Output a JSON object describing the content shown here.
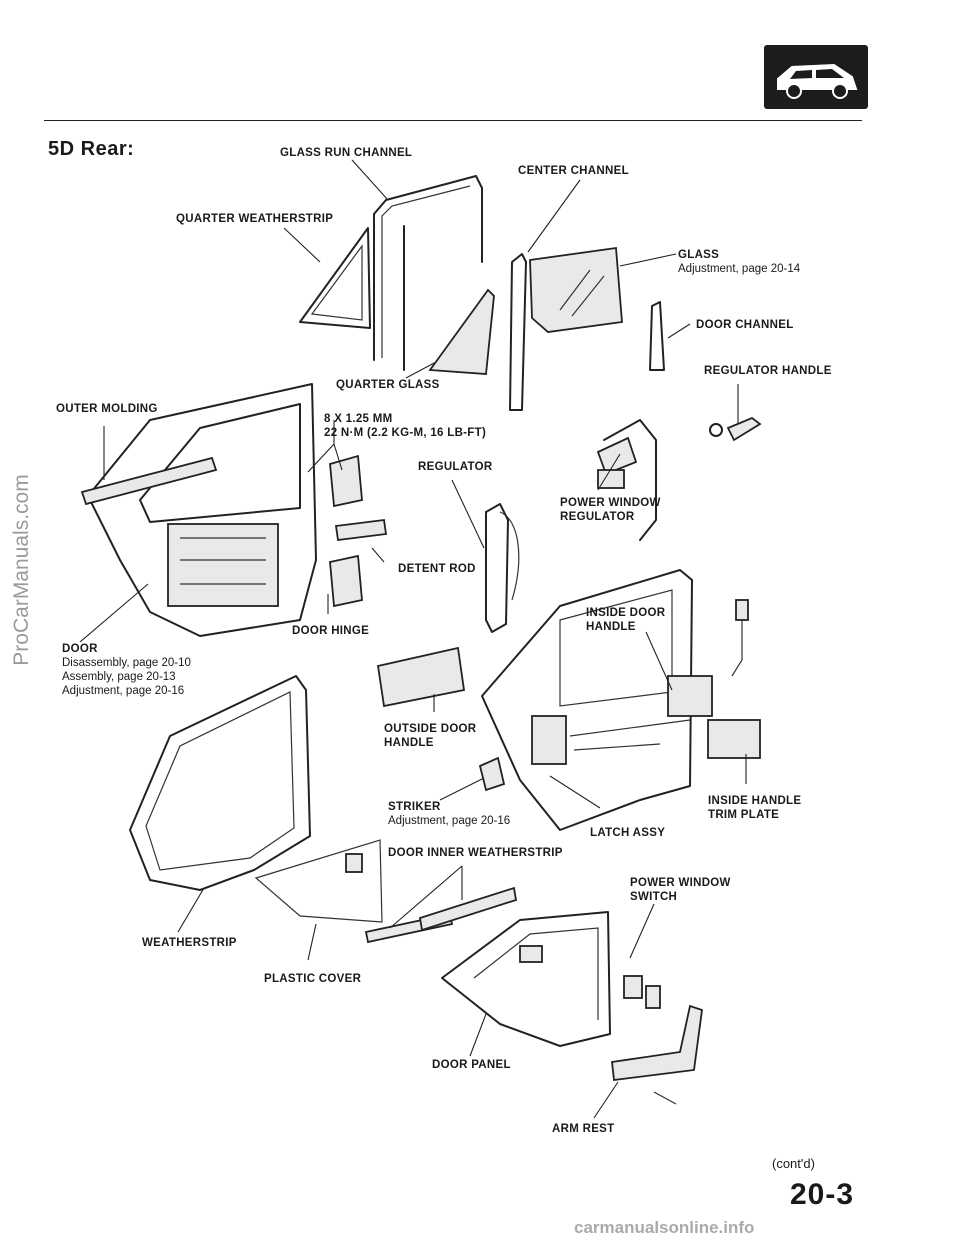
{
  "page": {
    "section_title": "5D Rear:",
    "page_number": "20-3",
    "continued": "(cont'd)",
    "watermark_left": "ProCarManuals.com",
    "watermark_bottom": "carmanualsonline.info",
    "header_icon": "car-body-icon"
  },
  "labels": {
    "glass_run_channel": "GLASS RUN CHANNEL",
    "center_channel": "CENTER CHANNEL",
    "quarter_weatherstrip": "QUARTER WEATHERSTRIP",
    "glass": "GLASS",
    "glass_note": "Adjustment, page 20-14",
    "door_channel": "DOOR CHANNEL",
    "regulator_handle": "REGULATOR HANDLE",
    "quarter_glass": "QUARTER GLASS",
    "outer_molding": "OUTER MOLDING",
    "bolt_spec": "8 x 1.25 mm",
    "torque_spec": "22 N·m (2.2 kg-m, 16 lb-ft)",
    "regulator": "REGULATOR",
    "power_window_regulator_1": "POWER WINDOW",
    "power_window_regulator_2": "REGULATOR",
    "detent_rod": "DETENT ROD",
    "inside_door_handle_1": "INSIDE DOOR",
    "inside_door_handle_2": "HANDLE",
    "door_hinge": "DOOR HINGE",
    "door": "DOOR",
    "door_note_1": "Disassembly, page 20-10",
    "door_note_2": "Assembly, page 20-13",
    "door_note_3": "Adjustment, page 20-16",
    "outside_door_handle_1": "OUTSIDE DOOR",
    "outside_door_handle_2": "HANDLE",
    "striker": "STRIKER",
    "striker_note": "Adjustment, page 20-16",
    "inside_handle_trim_1": "INSIDE HANDLE",
    "inside_handle_trim_2": "TRIM PLATE",
    "latch_assy": "LATCH ASSY",
    "door_inner_weatherstrip": "DOOR INNER WEATHERSTRIP",
    "power_window_switch_1": "POWER WINDOW",
    "power_window_switch_2": "SWITCH",
    "weatherstrip": "WEATHERSTRIP",
    "plastic_cover": "PLASTIC COVER",
    "door_panel": "DOOR PANEL",
    "arm_rest": "ARM REST"
  }
}
